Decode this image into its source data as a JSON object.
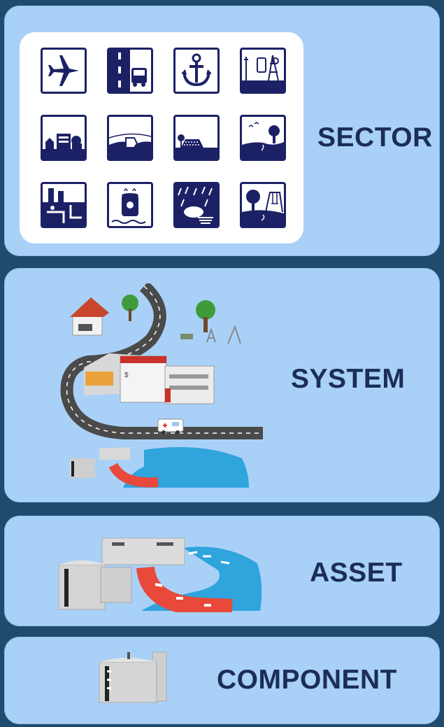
{
  "levels": {
    "sector": "SECTOR",
    "system": "SYSTEM",
    "asset": "ASSET",
    "component": "COMPONENT"
  },
  "icons": {
    "sector_tiles": [
      "airplane-icon",
      "road-bus-icon",
      "anchor-icon",
      "telecom-tower-icon",
      "buildings-icon",
      "dam-icon",
      "levee-icon",
      "landscape-icon",
      "industrial-plant-icon",
      "hazardous-barrel-icon",
      "storm-flood-icon",
      "park-icon"
    ]
  },
  "colors": {
    "background": "#1f4b6e",
    "panel": "#a9d1f7",
    "label_text": "#1c2d5a",
    "icon_navy": "#1c2166",
    "water": "#2fa4dd",
    "pipe_red": "#e8493a"
  }
}
